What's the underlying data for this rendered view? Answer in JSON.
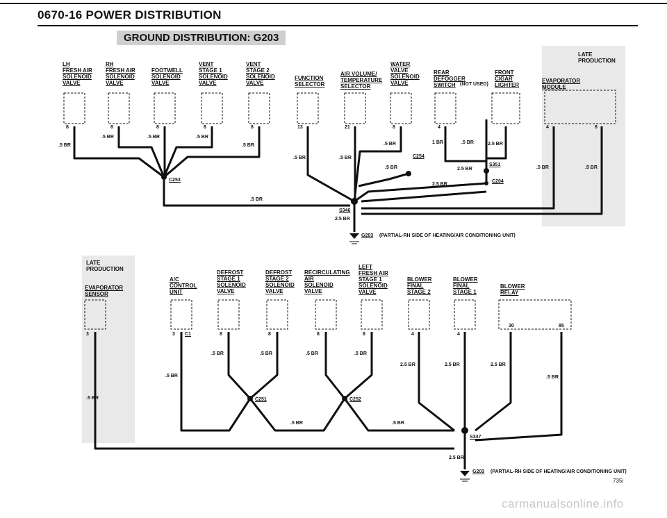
{
  "header": {
    "title": "0670-16   POWER DISTRIBUTION",
    "banner": "GROUND DISTRIBUTION: G203"
  },
  "late_production": "LATE\nPRODUCTION",
  "top": {
    "components": [
      {
        "label": "LH\nFRESH AIR\nSOLENOID\nVALVE",
        "pin": "8",
        "wire": ".5 BR"
      },
      {
        "label": "RH\nFRESH AIR\nSOLENOID\nVALVE",
        "pin": "8",
        "wire": ".5 BR"
      },
      {
        "label": "FOOTWELL\nSOLENOID\nVALVE",
        "pin": "8",
        "wire": ".5 BR"
      },
      {
        "label": "VENT\nSTAGE 1\nSOLENOID\nVALVE",
        "pin": "8",
        "wire": ".5 BR"
      },
      {
        "label": "VENT\nSTAGE 2\nSOLENOID\nVALVE",
        "pin": "8",
        "wire": ".5 BR"
      },
      {
        "label": "FUNCTION\nSELECTOR",
        "pin": "13",
        "wire": ".5 BR"
      },
      {
        "label": "AIR VOLUME/\nTEMPERATURE\nSELECTOR",
        "pin": "21",
        "wire": ".5 BR"
      },
      {
        "label": "WATER\nVALVE\nSOLENOID\nVALVE",
        "pin": "8",
        "wire": ".5 BR"
      },
      {
        "label": "REAR\nDEFOGGER\nSWITCH",
        "pin": "4",
        "wire": "1 BR"
      },
      {
        "label": "FRONT\nCIGAR\nLIGHTER",
        "pin": "",
        "wire": "2.5 BR"
      },
      {
        "label": "EVAPORATOR\nMODULE",
        "pin": "4",
        "pin2": "6",
        "wire": ".5 BR",
        "wire2": ".5 BR"
      }
    ],
    "not_used": "(NOT USED)",
    "extra_wires": [
      ".5 BR",
      ".5 BR",
      "2.5 BR",
      "2.5 BR",
      ".5 BR",
      ".5 BR"
    ],
    "connectors": [
      "C253",
      "C254",
      "S351",
      "C204"
    ],
    "splice": "S346",
    "trunk": "2.5 BR",
    "ground": "G203",
    "ground_note": "(PARTIAL-RH SIDE OF HEATING/AIR CONDITIONING UNIT)"
  },
  "bottom": {
    "components": [
      {
        "label": "EVAPORATOR\nSENSOR",
        "pin": "3",
        "wire": ".5 BR"
      },
      {
        "label": "A/C\nCONTROL\nUNIT",
        "pin": "3",
        "wire": ".5 BR"
      },
      {
        "label": "DEFROST\nSTAGE 1\nSOLENOID\nVALVE",
        "pin": "8",
        "wire": ".5 BR"
      },
      {
        "label": "DEFROST\nSTAGE 2\nSOLENOID\nVALVE",
        "pin": "8",
        "wire": ".5 BR"
      },
      {
        "label": "RECIRCULATING\nAIR\nSOLENOID\nVALVE",
        "pin": "8",
        "wire": ".5 BR"
      },
      {
        "label": "LEFT\nFRESH AIR\nSTAGE 1\nSOLENOID\nVALVE",
        "pin": "8",
        "wire": ".5 BR"
      },
      {
        "label": "BLOWER\nFINAL\nSTAGE 2",
        "pin": "4",
        "wire": "2.5 BR"
      },
      {
        "label": "BLOWER\nFINAL\nSTAGE 1",
        "pin": "4",
        "wire": "2.5 BR"
      },
      {
        "label": "BLOWER\nRELAY",
        "pin": "30",
        "pin2": "85",
        "wire": "2.5 BR",
        "wire2": ".5 BR"
      }
    ],
    "connector_c1": "C1",
    "connectors": [
      "C251",
      "C252"
    ],
    "extra_wires": [
      ".5 BR",
      ".5 BR"
    ],
    "splice": "S347",
    "trunk": "2.5 BR",
    "ground": "G203",
    "ground_note": "(PARTIAL-RH SIDE OF HEATING/AIR CONDITIONING UNIT)"
  },
  "page_number": "735i",
  "watermark": "carmanualsonline.info"
}
